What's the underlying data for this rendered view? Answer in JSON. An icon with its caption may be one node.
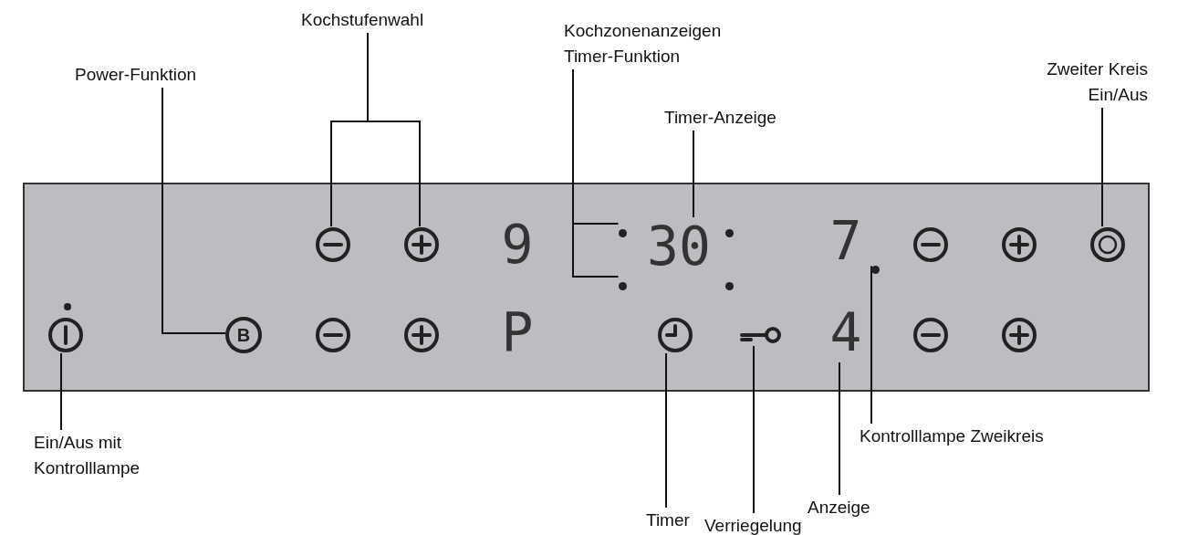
{
  "diagram": {
    "nodes": [
      {
        "text": [
          "Kochstufenwahl"
        ]
      },
      {
        "text": [
          "Kochzonenanzeigen Timer-Funktion"
        ]
      },
      {
        "text": [
          "Power-Funktion"
        ]
      },
      {
        "text": [
          "Timer-Anzeige"
        ]
      },
      {
        "text": [
          "Zweiter Kreis Ein/Aus"
        ]
      },
      {
        "text": [],
        "shape": "box"
      },
      {
        "text": [],
        "shape": "circle",
        "in": 5
      },
      {
        "text": [],
        "shape": "circle",
        "in": 5
      },
      {
        "text": [],
        "shape": "circle",
        "in": 5
      },
      {
        "text": [
          "30"
        ],
        "in": 5
      },
      {
        "text": [],
        "shape": "circle",
        "in": 5
      },
      {
        "text": [],
        "shape": "circle",
        "in": 5
      },
      {
        "text": [],
        "shape": "circle",
        "in": 5
      },
      {
        "text": [],
        "shape": "circle",
        "in": 5
      },
      {
        "text": [
          "B"
        ],
        "in": 5
      },
      {
        "text": [],
        "shape": "circle",
        "in": 5
      },
      {
        "text": [],
        "shape": "key",
        "in": 5
      },
      {
        "text": [
          "4"
        ],
        "in": 5
      },
      {
        "text": [
          "Ein/Aus mit Kontrolllampe"
        ]
      },
      {
        "text": [
          "Kontrolllampe Zweikreis"
        ]
      },
      {
        "text": [
          "Timer"
        ]
      },
      {
        "text": [
          "Anzeige"
        ]
      },
      {
        "text": [
          "Verriegelung"
        ]
      }
    ],
    "edges": [
      {
        "from": 0,
        "to": 6,
        "arrow": "none"
      },
      {
        "from": 0,
        "to": 7,
        "arrow": "none"
      },
      {
        "from": 1,
        "to": 8,
        "arrow": "none"
      },
      {
        "from": 1,
        "to": 11,
        "arrow": "none"
      },
      {
        "from": 2,
        "to": 14,
        "arrow": "none"
      },
      {
        "from": 3,
        "to": 9,
        "arrow": "none"
      },
      {
        "from": 4,
        "to": 10,
        "arrow": "none"
      },
      {
        "from": 18,
        "to": 13,
        "arrow": "none"
      },
      {
        "from": 19,
        "to": 12,
        "arrow": "none"
      },
      {
        "from": 20,
        "to": 15,
        "arrow": "none"
      },
      {
        "from": 21,
        "to": 17,
        "arrow": "none"
      },
      {
        "from": 22,
        "to": 16,
        "arrow": "none"
      }
    ],
    "labels": [
      "9",
      "P",
      "7"
    ]
  }
}
